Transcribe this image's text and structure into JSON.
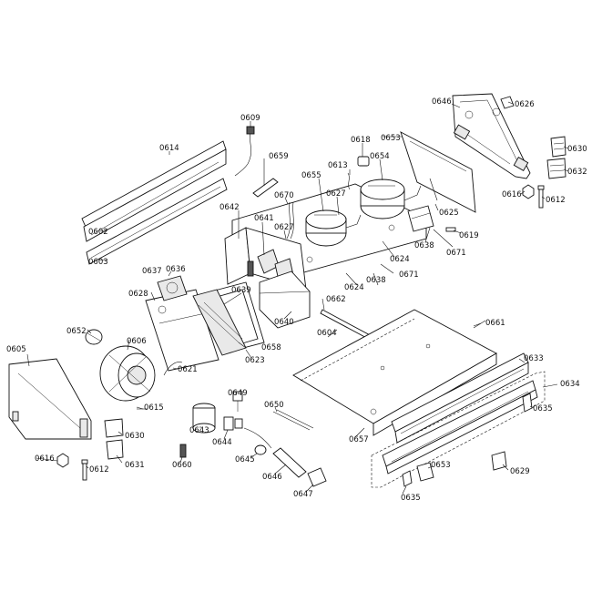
{
  "labels": {
    "l0646": "0646",
    "l0626": "0626",
    "l0530": "0630",
    "l0632": "0632",
    "l0816": "0616",
    "l0612": "0612",
    "l0609": "0609",
    "l0614": "0614",
    "l0659": "0659",
    "l0618": "0618",
    "l0653": "0653",
    "l0613": "0613",
    "l0654": "0654",
    "l0655": "0655",
    "l0627a": "0627",
    "l0670": "0670",
    "l0625": "0625",
    "l0619": "0619",
    "l0671a": "0671",
    "l0638a": "0638",
    "l0641": "0641",
    "l0642": "0642",
    "l0627b": "0627",
    "l0624a": "0624",
    "l0602": "0602",
    "l0603": "0603",
    "l0637": "0637",
    "l0636": "0636",
    "l0628": "0628",
    "l0639": "0639",
    "l0640": "0640",
    "l0624b": "0624",
    "l0638b": "0638",
    "l0671b": "0671",
    "l0662": "0662",
    "l0661": "0661",
    "l0652": "0652",
    "l0606": "0606",
    "l0658": "0658",
    "l0623": "0623",
    "l0604": "0604",
    "l0633": "0633",
    "l0634": "0634",
    "l0605": "0605",
    "l0621": "0621",
    "l0649": "0649",
    "l0650": "0650",
    "l0635a": "0635",
    "l0615": "0615",
    "l0643": "0643",
    "l0657": "0657",
    "l0630b": "0630",
    "l0644": "0644",
    "l0631": "0631",
    "l0645": "0645",
    "l0616b": "0616",
    "l0612b": "0612",
    "l0660": "0660",
    "l0646b": "0646",
    "l0647": "0647",
    "l0653b": "0653",
    "l0629": "0629",
    "l0635b": "0635"
  }
}
